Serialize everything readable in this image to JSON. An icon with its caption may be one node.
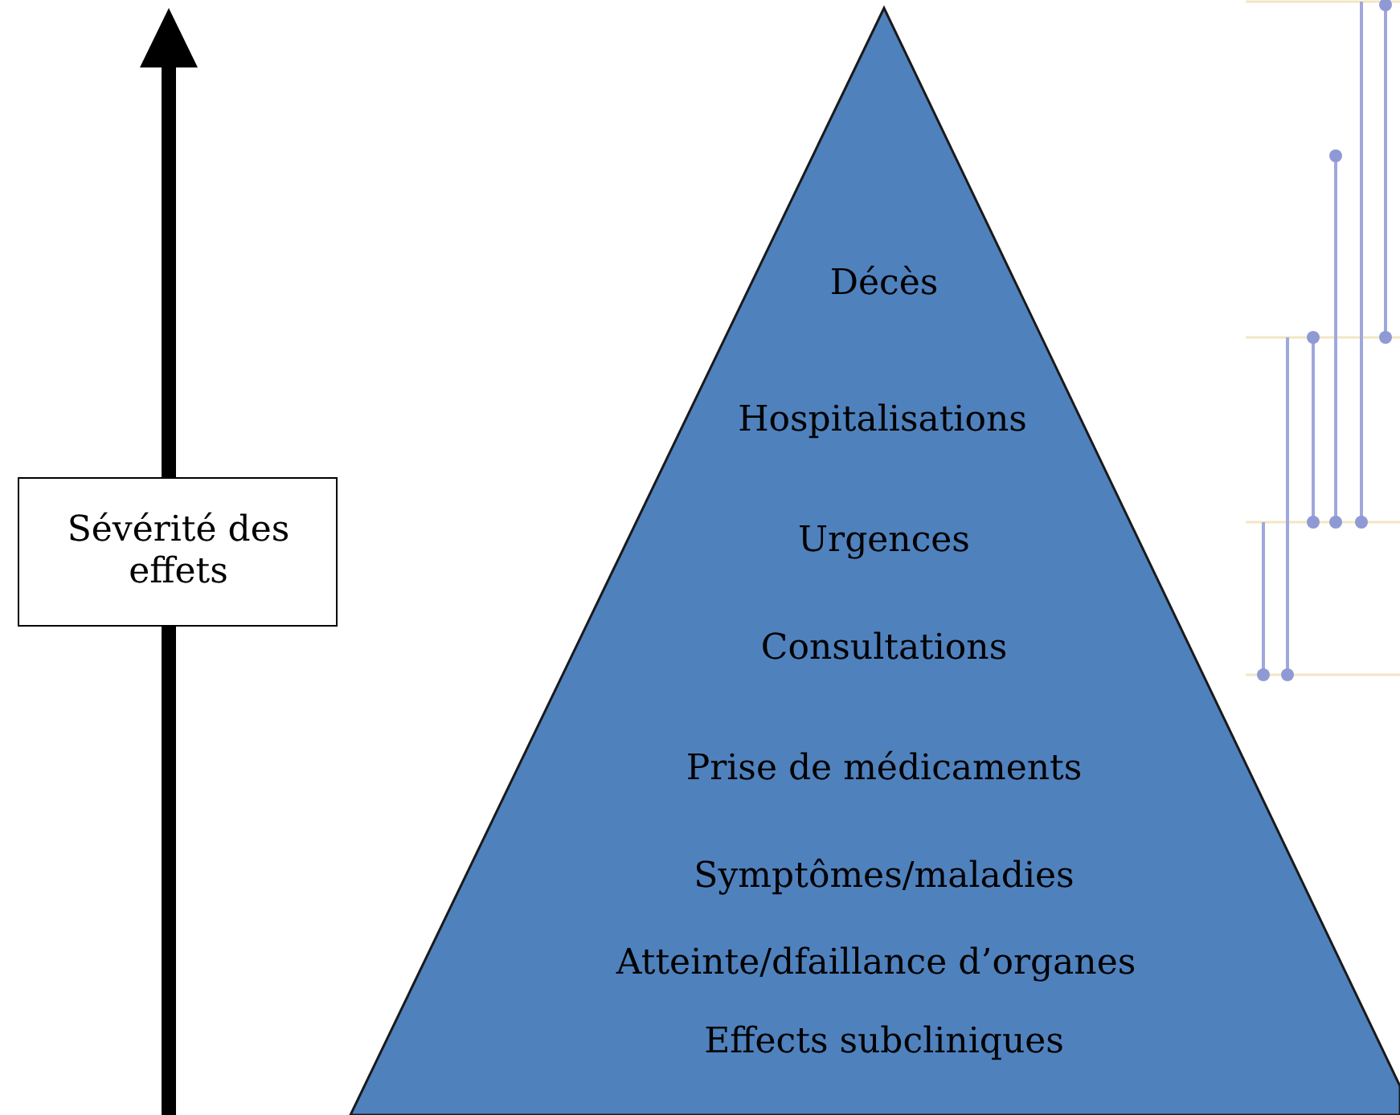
{
  "diagram": {
    "nodes": [
      {
        "text": [
          "Sévérité des effets"
        ]
      },
      {
        "text": [
          "Décès",
          "Hospitalisations",
          "Urgences",
          "Consultations",
          "Prise de médicaments",
          "Symptômes/maladies",
          "Atteinte/dfaillance d’organes",
          "Effects subcliniques"
        ]
      }
    ]
  }
}
